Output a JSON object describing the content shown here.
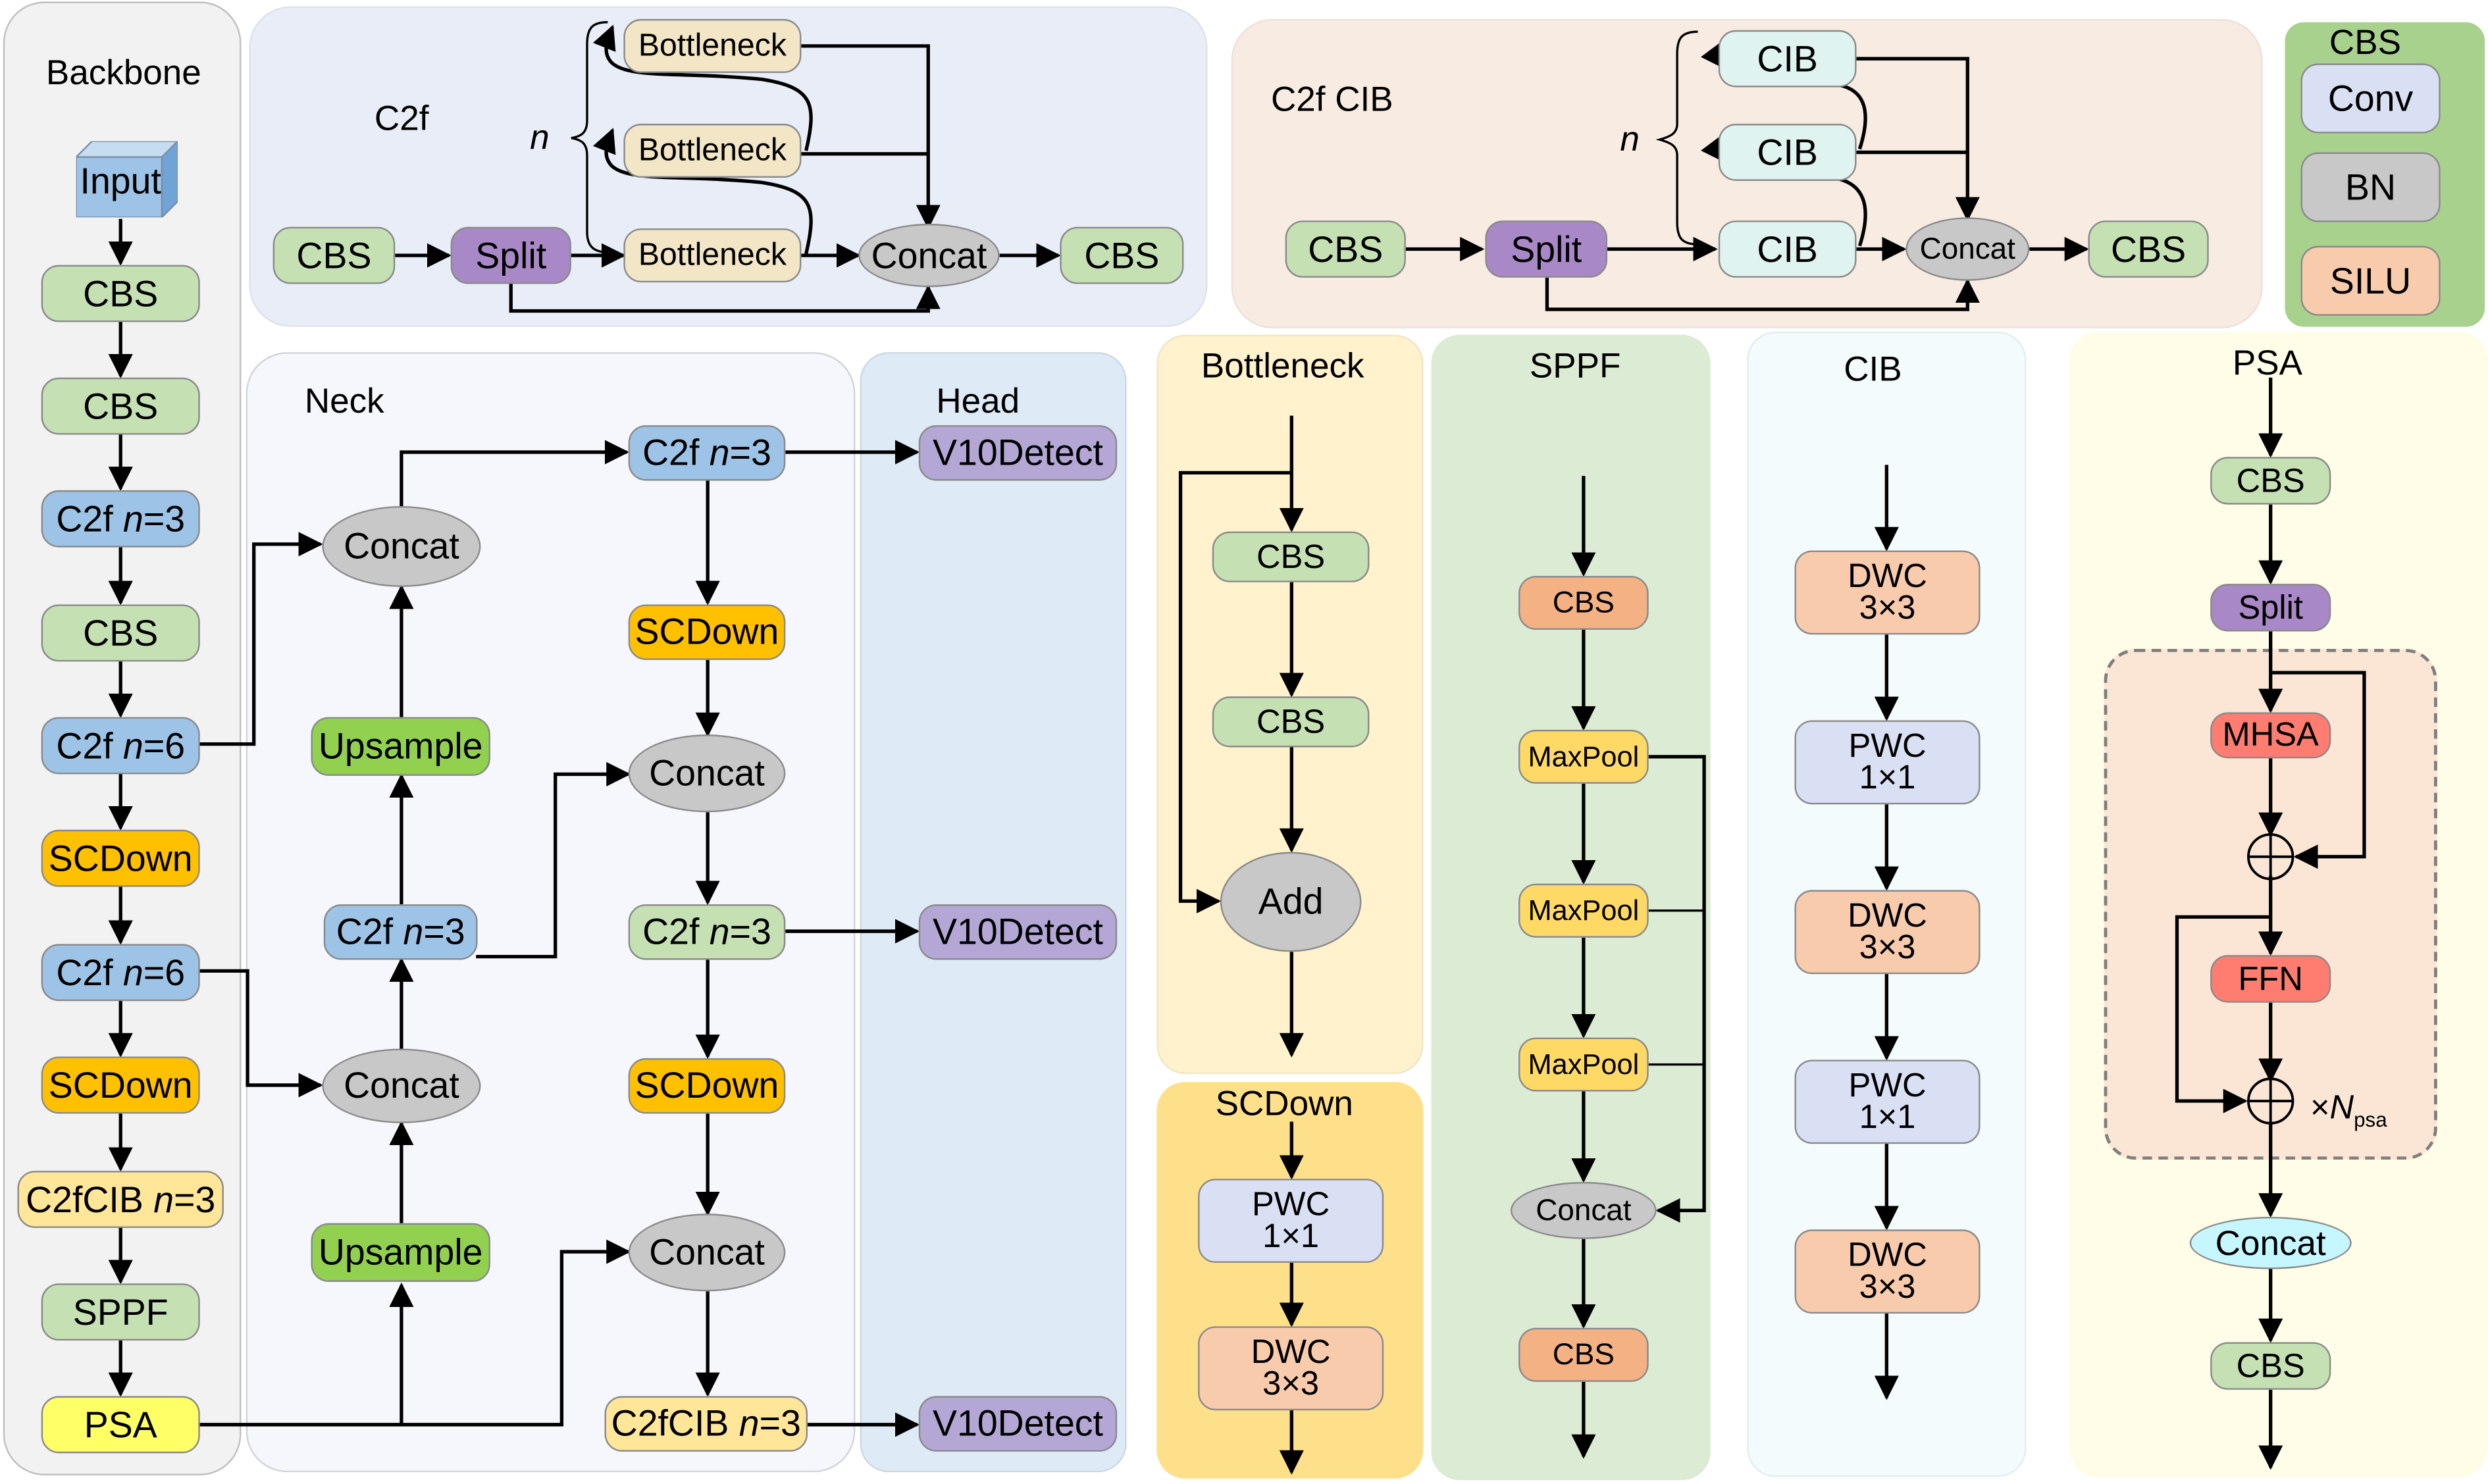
{
  "backbone": {
    "title": "Backbone",
    "nodes": [
      "Input",
      "CBS",
      "CBS",
      "C2f n=3",
      "CBS",
      "C2f n=6",
      "SCDown",
      "C2f n=6",
      "SCDown",
      "C2fCIB n=3",
      "SPPF",
      "PSA"
    ]
  },
  "c2f": {
    "title": "C2f",
    "n_label": "n",
    "cbs_in": "CBS",
    "split": "Split",
    "bottlenecks": [
      "Bottleneck",
      "Bottleneck",
      "Bottleneck"
    ],
    "concat": "Concat",
    "cbs_out": "CBS"
  },
  "c2fcib": {
    "title": "C2f CIB",
    "n_label": "n",
    "cbs_in": "CBS",
    "split": "Split",
    "cibs": [
      "CIB",
      "CIB",
      "CIB"
    ],
    "concat": "Concat",
    "cbs_out": "CBS"
  },
  "cbs_legend": {
    "title": "CBS",
    "items": [
      "Conv",
      "BN",
      "SILU"
    ]
  },
  "neck": {
    "title": "Neck",
    "concat": "Concat",
    "upsample": "Upsample",
    "c2f_prefix": "C2f ",
    "n3": "n",
    "eq3": "=3",
    "scdown": "SCDown",
    "c2fcib_prefix": "C2fCIB "
  },
  "head": {
    "title": "Head",
    "detect": "V10Detect"
  },
  "bottleneck": {
    "title": "Bottleneck",
    "nodes": [
      "CBS",
      "CBS",
      "Add"
    ]
  },
  "scdown": {
    "title": "SCDown",
    "nodes": [
      {
        "l1": "PWC",
        "l2": "1×1"
      },
      {
        "l1": "DWC",
        "l2": "3×3"
      }
    ]
  },
  "sppf": {
    "title": "SPPF",
    "nodes": [
      "CBS",
      "MaxPool",
      "MaxPool",
      "MaxPool",
      "Concat",
      "CBS"
    ]
  },
  "cib": {
    "title": "CIB",
    "nodes": [
      {
        "l1": "DWC",
        "l2": "3×3"
      },
      {
        "l1": "PWC",
        "l2": "1×1"
      },
      {
        "l1": "DWC",
        "l2": "3×3"
      },
      {
        "l1": "PWC",
        "l2": "1×1"
      },
      {
        "l1": "DWC",
        "l2": "3×3"
      }
    ]
  },
  "psa": {
    "title": "PSA",
    "nodes": [
      "CBS",
      "Split",
      "MHSA",
      "FFN",
      "Concat",
      "CBS"
    ],
    "repeat_prefix": "×",
    "repeat_var": "N",
    "repeat_sub": "psa"
  }
}
